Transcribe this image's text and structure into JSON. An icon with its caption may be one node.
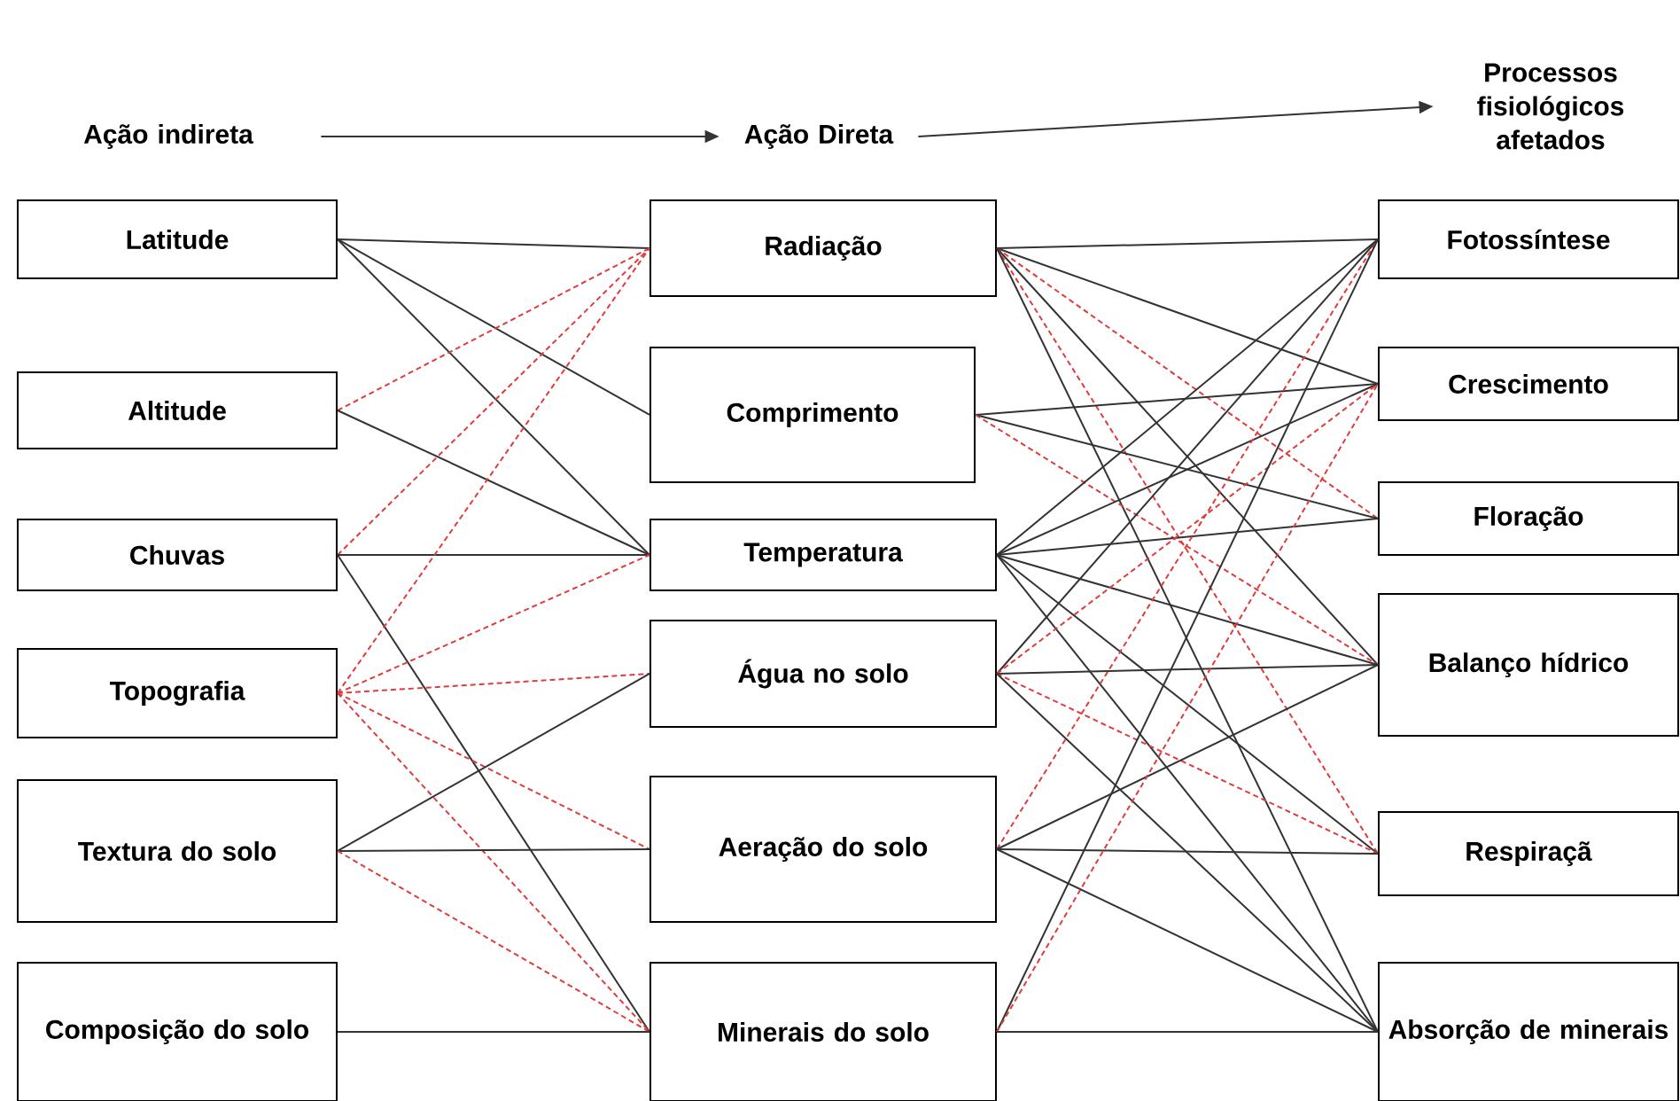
{
  "diagram": {
    "nodes": [
      {
        "text": [
          "Ação indireta"
        ]
      },
      {
        "text": [
          "Ação Direta"
        ]
      },
      {
        "text": [
          "Processos fisiológicos afetados"
        ]
      },
      {
        "text": [
          "Latitude"
        ]
      },
      {
        "text": [
          "Altitude"
        ]
      },
      {
        "text": [
          "Chuvas"
        ]
      },
      {
        "text": [
          "Topografia"
        ]
      },
      {
        "text": [
          "Textura do solo"
        ]
      },
      {
        "text": [
          "Composição do solo"
        ]
      },
      {
        "text": [
          "Radiação"
        ]
      },
      {
        "text": [
          "Comprimento"
        ]
      },
      {
        "text": [
          "Temperatura"
        ]
      },
      {
        "text": [
          "Água no solo"
        ]
      },
      {
        "text": [
          "Aeração do solo"
        ]
      },
      {
        "text": [
          "Minerais do solo"
        ]
      },
      {
        "text": [
          "Fotossíntese"
        ]
      },
      {
        "text": [
          "Crescimento"
        ]
      },
      {
        "text": [
          "Floração"
        ]
      },
      {
        "text": [
          "Balanço hídrico"
        ]
      },
      {
        "text": [
          "Respiraçã"
        ]
      },
      {
        "text": [
          "Absorção de minerais"
        ]
      }
    ],
    "edges": [
      {
        "from": 0,
        "to": 1,
        "arrow": "to"
      },
      {
        "from": 1,
        "to": 2,
        "arrow": "to"
      },
      {
        "from": 3,
        "to": 9,
        "arrow": "none"
      },
      {
        "from": 3,
        "to": 10,
        "arrow": "none"
      },
      {
        "from": 3,
        "to": 11,
        "arrow": "none"
      },
      {
        "from": 4,
        "to": 9,
        "arrow": "none",
        "style": "dashed",
        "color": "#e03c3c"
      },
      {
        "from": 4,
        "to": 11,
        "arrow": "none"
      },
      {
        "from": 5,
        "to": 9,
        "arrow": "none",
        "style": "dashed",
        "color": "#e03c3c"
      },
      {
        "from": 5,
        "to": 11,
        "arrow": "none"
      },
      {
        "from": 5,
        "to": 14,
        "arrow": "none"
      },
      {
        "from": 6,
        "to": 9,
        "arrow": "none",
        "style": "dashed",
        "color": "#e03c3c"
      },
      {
        "from": 6,
        "to": 11,
        "arrow": "none",
        "style": "dashed",
        "color": "#e03c3c"
      },
      {
        "from": 6,
        "to": 12,
        "arrow": "none",
        "style": "dashed",
        "color": "#e03c3c"
      },
      {
        "from": 6,
        "to": 13,
        "arrow": "none",
        "style": "dashed",
        "color": "#e03c3c"
      },
      {
        "from": 6,
        "to": 14,
        "arrow": "none",
        "style": "dashed",
        "color": "#e03c3c"
      },
      {
        "from": 7,
        "to": 12,
        "arrow": "none"
      },
      {
        "from": 7,
        "to": 13,
        "arrow": "none"
      },
      {
        "from": 7,
        "to": 14,
        "arrow": "none",
        "style": "dashed",
        "color": "#e03c3c"
      },
      {
        "from": 8,
        "to": 14,
        "arrow": "none"
      },
      {
        "from": 9,
        "to": 15,
        "arrow": "none"
      },
      {
        "from": 9,
        "to": 16,
        "arrow": "none"
      },
      {
        "from": 9,
        "to": 17,
        "arrow": "none",
        "style": "dashed",
        "color": "#e03c3c"
      },
      {
        "from": 9,
        "to": 18,
        "arrow": "none"
      },
      {
        "from": 9,
        "to": 19,
        "arrow": "none",
        "style": "dashed",
        "color": "#e03c3c"
      },
      {
        "from": 9,
        "to": 20,
        "arrow": "none"
      },
      {
        "from": 10,
        "to": 16,
        "arrow": "none"
      },
      {
        "from": 10,
        "to": 17,
        "arrow": "none"
      },
      {
        "from": 10,
        "to": 18,
        "arrow": "none",
        "style": "dashed",
        "color": "#e03c3c"
      },
      {
        "from": 11,
        "to": 15,
        "arrow": "none"
      },
      {
        "from": 11,
        "to": 16,
        "arrow": "none"
      },
      {
        "from": 11,
        "to": 17,
        "arrow": "none"
      },
      {
        "from": 11,
        "to": 18,
        "arrow": "none"
      },
      {
        "from": 11,
        "to": 19,
        "arrow": "none"
      },
      {
        "from": 11,
        "to": 20,
        "arrow": "none"
      },
      {
        "from": 12,
        "to": 15,
        "arrow": "none"
      },
      {
        "from": 12,
        "to": 16,
        "arrow": "none",
        "style": "dashed",
        "color": "#e03c3c"
      },
      {
        "from": 12,
        "to": 18,
        "arrow": "none"
      },
      {
        "from": 12,
        "to": 19,
        "arrow": "none",
        "style": "dashed",
        "color": "#e03c3c"
      },
      {
        "from": 12,
        "to": 20,
        "arrow": "none"
      },
      {
        "from": 13,
        "to": 15,
        "arrow": "none",
        "style": "dashed",
        "color": "#e03c3c"
      },
      {
        "from": 13,
        "to": 18,
        "arrow": "none"
      },
      {
        "from": 13,
        "to": 19,
        "arrow": "none"
      },
      {
        "from": 13,
        "to": 20,
        "arrow": "none"
      },
      {
        "from": 14,
        "to": 15,
        "arrow": "none"
      },
      {
        "from": 14,
        "to": 16,
        "arrow": "none",
        "style": "dashed",
        "color": "#e03c3c"
      },
      {
        "from": 14,
        "to": 20,
        "arrow": "none"
      }
    ]
  }
}
